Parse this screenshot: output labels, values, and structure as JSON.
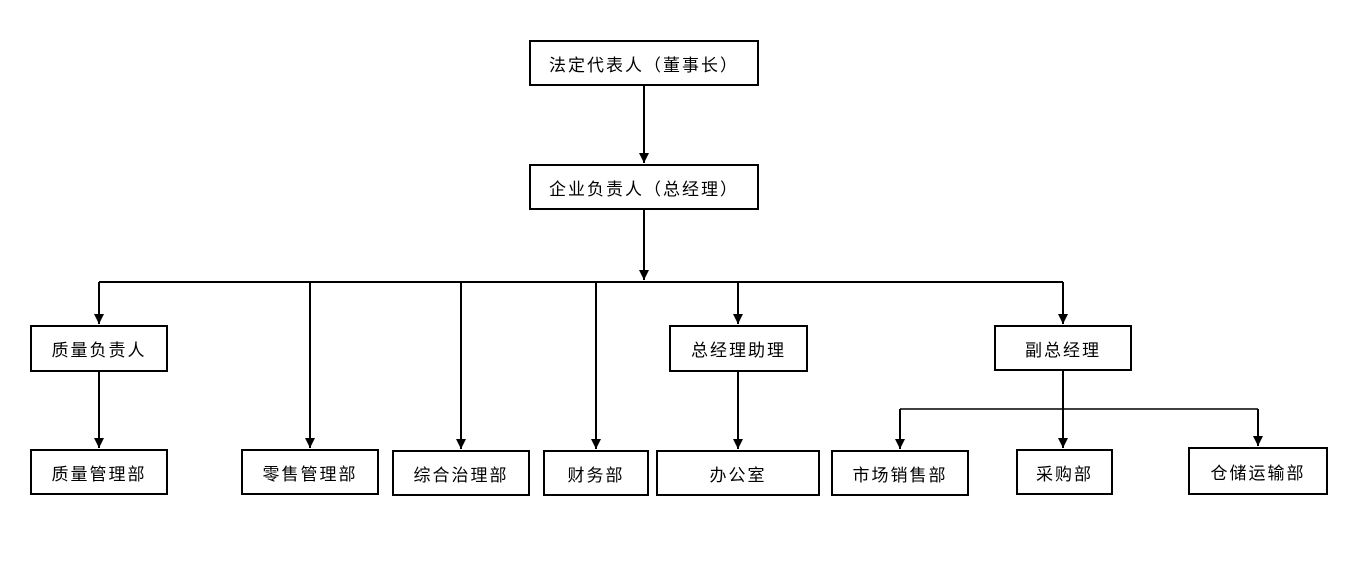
{
  "diagram": {
    "type": "org-chart",
    "colors": {
      "background": "#ffffff",
      "box_border": "#000000",
      "box_fill": "#ffffff",
      "line": "#000000",
      "text": "#000000"
    },
    "nodes": {
      "chairman": {
        "label": "法定代表人（董事长）"
      },
      "gm": {
        "label": "企业负责人（总经理）"
      },
      "quality_head": {
        "label": "质量负责人"
      },
      "gm_assistant": {
        "label": "总经理助理"
      },
      "deputy_gm": {
        "label": "副总经理"
      },
      "quality_dept": {
        "label": "质量管理部"
      },
      "retail_dept": {
        "label": "零售管理部"
      },
      "governance_dept": {
        "label": "综合治理部"
      },
      "finance_dept": {
        "label": "财务部"
      },
      "office": {
        "label": "办公室"
      },
      "sales_dept": {
        "label": "市场销售部"
      },
      "purchasing_dept": {
        "label": "采购部"
      },
      "warehouse_dept": {
        "label": "仓储运输部"
      }
    },
    "edges": [
      {
        "from": "chairman",
        "to": "gm"
      },
      {
        "from": "gm",
        "to": "quality_head"
      },
      {
        "from": "gm",
        "to": "retail_dept"
      },
      {
        "from": "gm",
        "to": "governance_dept"
      },
      {
        "from": "gm",
        "to": "finance_dept"
      },
      {
        "from": "gm",
        "to": "gm_assistant"
      },
      {
        "from": "gm",
        "to": "deputy_gm"
      },
      {
        "from": "quality_head",
        "to": "quality_dept"
      },
      {
        "from": "gm_assistant",
        "to": "office"
      },
      {
        "from": "deputy_gm",
        "to": "sales_dept"
      },
      {
        "from": "deputy_gm",
        "to": "purchasing_dept"
      },
      {
        "from": "deputy_gm",
        "to": "warehouse_dept"
      }
    ]
  }
}
